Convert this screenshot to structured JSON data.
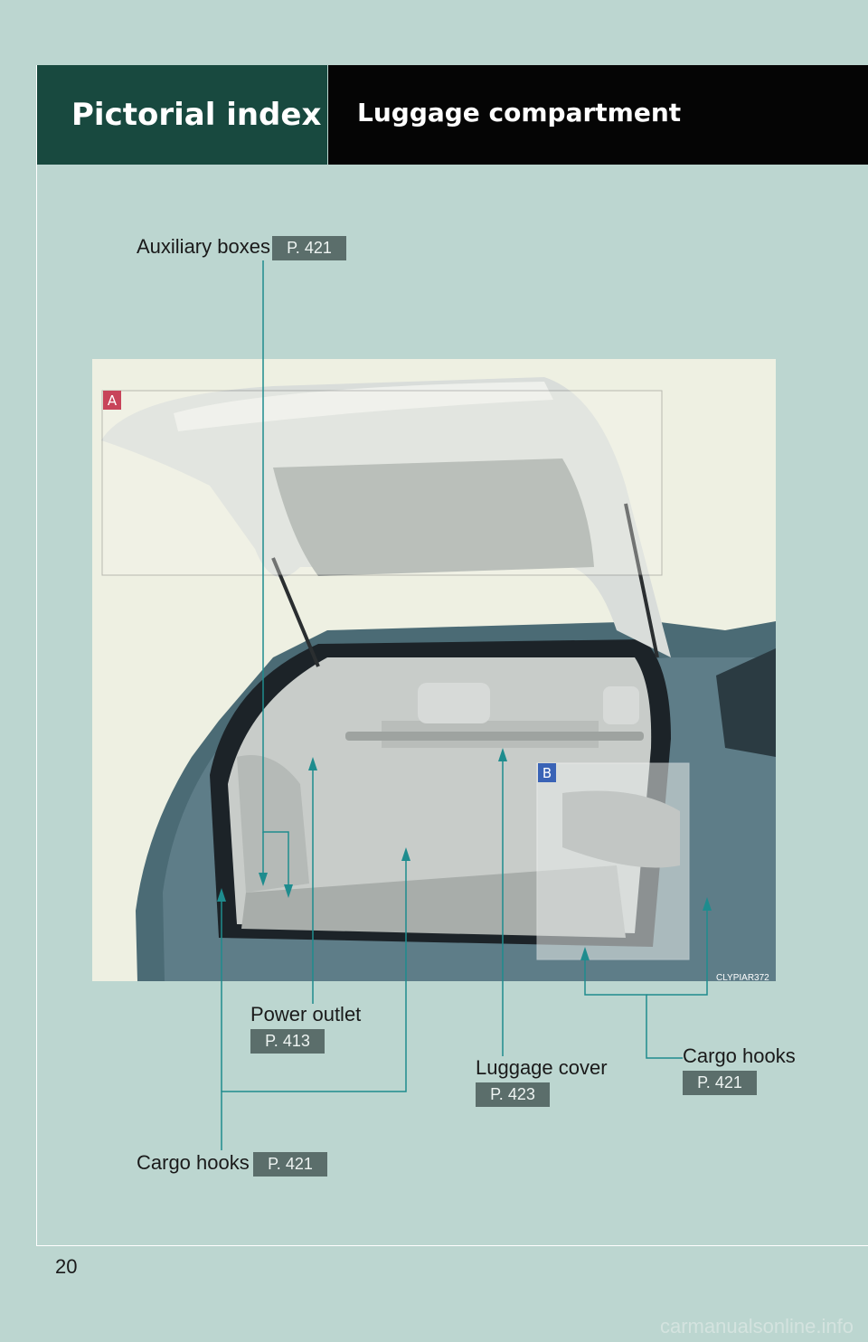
{
  "header": {
    "section": "Pictorial index",
    "title": "Luggage compartment"
  },
  "illustration": {
    "marker_a": "A",
    "marker_b": "B",
    "code": "CLYPIAR372"
  },
  "callouts": [
    {
      "label": "Auxiliary boxes",
      "ref": "P. 421"
    },
    {
      "label": "Power outlet",
      "ref": "P. 413"
    },
    {
      "label": "Luggage cover",
      "ref": "P. 423"
    },
    {
      "label": "Cargo hooks",
      "ref": "P. 421"
    },
    {
      "label": "Cargo hooks",
      "ref": "P. 421"
    }
  ],
  "page_number": "20",
  "watermark": "carmanualsonline.info",
  "colors": {
    "background": "#bcd6d0",
    "header_section": "#18493f",
    "header_title": "#050505",
    "ref_badge": "#5b6e6b",
    "leader_line": "#1e8c8e"
  }
}
